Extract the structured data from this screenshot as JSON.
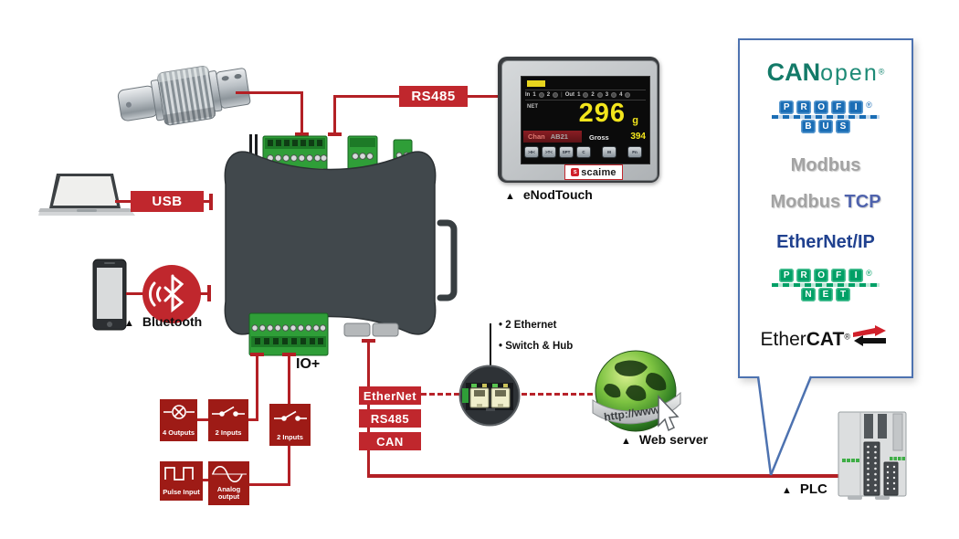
{
  "labels": {
    "usb": "USB",
    "rs485_top": "RS485",
    "io_plus": "IO+",
    "ethernet": "EtherNet",
    "rs485": "RS485",
    "can": "CAN"
  },
  "captions": {
    "marker": "▲",
    "bluetooth": "Bluetooth",
    "enodtouch": "eNodTouch",
    "web_server": "Web server",
    "plc": "PLC"
  },
  "ethernet_note": {
    "line1": "• 2 Ethernet",
    "line2": "• Switch & Hub"
  },
  "io_boxes": {
    "outputs4": "4 Outputs",
    "inputs2a": "2 Inputs",
    "inputs2b": "2 Inputs",
    "pulse": "Pulse Input",
    "analog_line1": "Analog",
    "analog_line2": "output"
  },
  "display": {
    "in_label": "In",
    "in1": "1",
    "in2": "2",
    "out_label": "Out",
    "out1": "1",
    "out2": "2",
    "out3": "3",
    "out4": "4",
    "net": "NET",
    "value": "296",
    "unit": "g",
    "chan": "Chan",
    "chan_value": "AB21",
    "gross": "Gross",
    "gross_value": "394",
    "btn1": ">0<",
    "btn2": ">T<",
    "btn3": "SPT",
    "btn4": "C",
    "btn5": "M",
    "btn6": "Fn",
    "brand": "scaime",
    "brand_initial": "s"
  },
  "web": {
    "url": "http://www."
  },
  "protocols": {
    "canopen_can": "CAN",
    "canopen_open": "open",
    "canopen_reg": "®",
    "profibus_p": "P",
    "profibus_r": "R",
    "profibus_o": "O",
    "profibus_f": "F",
    "profibus_i": "I",
    "profibus_b": "B",
    "profibus_u": "U",
    "profibus_s": "S",
    "profibus_reg": "®",
    "modbus": "Modbus",
    "modbus_tcp_modbus": "Modbus",
    "modbus_tcp_tcp": "TCP",
    "ethernet_ip": "EtherNet/IP",
    "profinet_p": "P",
    "profinet_r": "R",
    "profinet_o": "O",
    "profinet_f": "F",
    "profinet_i": "I",
    "profinet_n": "N",
    "profinet_e": "E",
    "profinet_t": "T",
    "profinet_reg": "®",
    "ethercat_ether": "Ether",
    "ethercat_cat": "CAT",
    "ethercat_reg": "®"
  },
  "colors": {
    "accent_red": "#c0272d",
    "dark_red_box": "#9e1b16",
    "panel_border": "#4d72b0",
    "canopen_green": "#137a68",
    "profibus_blue": "#1a6db5",
    "profinet_green": "#00a066",
    "modbus_gray": "#a3a3a3",
    "modbus_tcp_blue": "#4f63ad",
    "ethernet_ip_blue": "#20418f",
    "device_body": "#41484c",
    "terminal_green": "#2f9e38"
  }
}
